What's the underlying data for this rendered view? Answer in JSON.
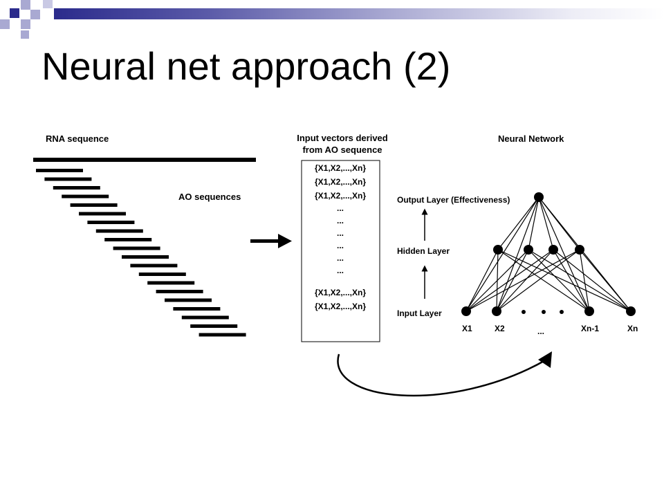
{
  "slide": {
    "title": "Neural net approach (2)"
  },
  "diagram": {
    "rna_label": "RNA sequence",
    "ao_label": "AO sequences",
    "vectors_title_line1": "Input vectors derived",
    "vectors_title_line2": "from AO sequence",
    "vector_rows_top": [
      "{X1,X2,...,Xn}",
      "{X1,X2,...,Xn}",
      "{X1,X2,...,Xn}"
    ],
    "ellipsis_rows": [
      "...",
      "...",
      "...",
      "...",
      "...",
      "..."
    ],
    "vector_rows_bottom": [
      "{X1,X2,...,Xn}",
      "{X1,X2,...,Xn}"
    ],
    "network_title": "Neural Network",
    "output_layer_label": "Output Layer (Effectiveness)",
    "hidden_layer_label": "Hidden Layer",
    "input_layer_label": "Input Layer",
    "input_node_labels": [
      "X1",
      "X2",
      "...",
      "Xn-1",
      "Xn"
    ],
    "ao_bar_count": 20
  },
  "colors": {
    "header_dark": "#2b2b8c",
    "header_light": "#a9a9d2",
    "ink": "#000000"
  }
}
